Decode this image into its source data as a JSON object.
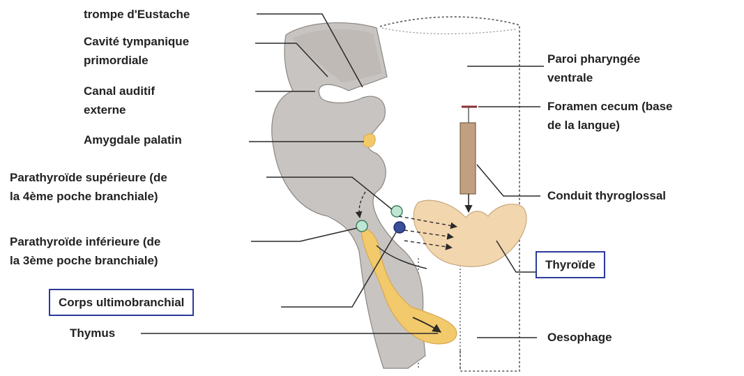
{
  "labels": {
    "eustache": "trompe d'Eustache",
    "cavite_l1": "Cavité tympanique",
    "cavite_l2": "primordiale",
    "canal_l1": "Canal auditif",
    "canal_l2": "externe",
    "amygdale": "Amygdale palatin",
    "parasup_l1": "Parathyroïde supérieure (de",
    "parasup_l2": "la 4ème poche branchiale)",
    "parainf_l1": "Parathyroïde inférieure (de",
    "parainf_l2": "la 3ème poche branchiale)",
    "corps": "Corps ultimobranchial",
    "thymus": "Thymus",
    "paroi_l1": "Paroi pharyngée",
    "paroi_l2": "ventrale",
    "foramen_l1": "Foramen cecum (base",
    "foramen_l2": "de la langue)",
    "conduit": "Conduit thyroglossal",
    "thyroide": "Thyroïde",
    "oesophage": "Oesophage"
  },
  "colors": {
    "pharynx_gray": "#c8c4c1",
    "gland_tan": "#f2d6ae",
    "thymus_yellow": "#f2c96b",
    "duct_brown": "#c0a080",
    "box_blue": "#2b3a9a",
    "line_dark": "#2a2a2a"
  }
}
